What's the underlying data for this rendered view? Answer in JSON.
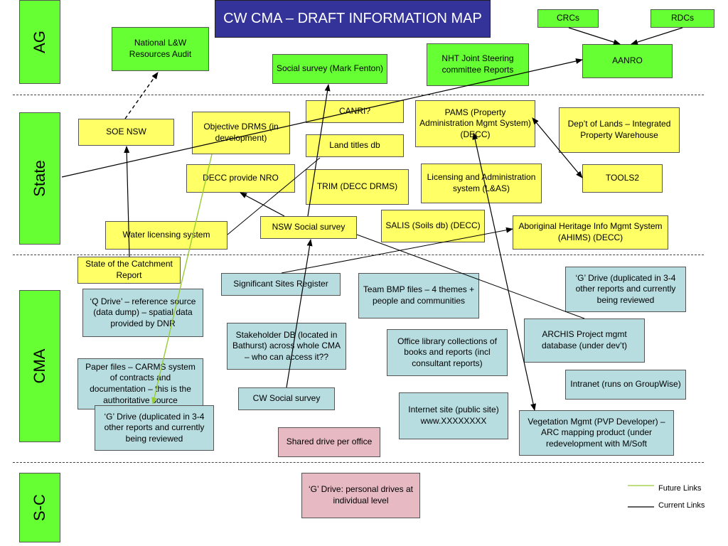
{
  "title": "CW CMA – DRAFT INFORMATION MAP",
  "lanes": {
    "ag": "AG",
    "state": "State",
    "cma": "CMA",
    "sc": "S-C"
  },
  "colors": {
    "government": "#66ff33",
    "state_source": "#ffff66",
    "cma_source": "#b7dde1",
    "sub_catchment": "#e6b9c3",
    "title_bg": "#333399",
    "future_link": "#99cc33",
    "current_link": "#000000"
  },
  "ag": {
    "national_audit": "National L&W Resources Audit",
    "social_survey_fenton": "Social survey (Mark Fenton)",
    "nht_reports": "NHT Joint Steering committee Reports",
    "crcs": "CRCs",
    "rdcs": "RDCs",
    "aanro": "AANRO"
  },
  "state": {
    "soe_nsw": "SOE NSW",
    "objective_drms": "Objective DRMS (in development)",
    "canri": "CANRI?",
    "land_titles": "Land titles db",
    "pams": "PAMS (Property Administration Mgmt System) (DECC)",
    "lands_warehouse": "Dep’t of Lands – Integrated Property Warehouse",
    "decc_nro": "DECC provide NRO",
    "trim": "TRIM (DECC DRMS)",
    "licensing": "Licensing and Administration system (L&AS)",
    "tools2": "TOOLS2",
    "water_licensing": "Water licensing system",
    "nsw_social_survey": "NSW Social survey",
    "salis": "SALIS (Soils db) (DECC)",
    "ahims": "Aboriginal Heritage Info Mgmt System (AHIMS) (DECC)",
    "catchment_report": "State of the Catchment Report"
  },
  "cma": {
    "q_drive": "‘Q Drive’ – reference source (data dump) – spatial data provided by DNR",
    "significant_sites": "Significant Sites Register",
    "team_bmp": "Team BMP files – 4 themes + people and communities",
    "g_drive_right": "‘G’ Drive (duplicated in 3-4 other reports and currently being reviewed",
    "stakeholder_db": "Stakeholder DB (located in Bathurst) across whole CMA – who can access it??",
    "office_library": "Office library collections of books and reports (incl consultant reports)",
    "archis": "ARCHIS Project mgmt database (under dev’t)",
    "paper_files": "Paper files – CARMS system of contracts and documentation – this is the authoritative source",
    "intranet": "Intranet (runs on GroupWise)",
    "cw_social_survey": "CW Social survey",
    "internet_site": "Internet site (public site) www.XXXXXXXX",
    "g_drive_left": "‘G’ Drive (duplicated in 3-4 other reports and currently being reviewed",
    "vegetation_mgmt": "Vegetation Mgmt (PVP Developer) – ARC mapping product (under redevelopment with M/Soft",
    "shared_drive": "Shared drive per office"
  },
  "sc": {
    "personal_drives": "‘G’ Drive: personal drives at individual level"
  },
  "legend": {
    "future": "Future Links",
    "current": "Current Links"
  }
}
